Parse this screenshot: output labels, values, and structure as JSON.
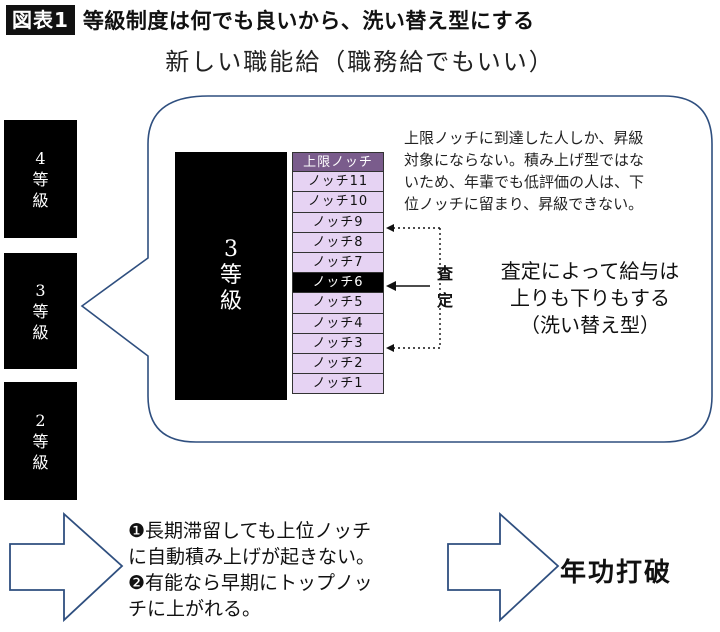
{
  "header": {
    "figure_label": "図表1",
    "title": "等級制度は何でも良いから、洗い替え型にする",
    "subtitle": "新しい職能給（職務給でもいい）"
  },
  "grades": [
    {
      "number": "4",
      "char1": "等",
      "char2": "級"
    },
    {
      "number": "3",
      "char1": "等",
      "char2": "級"
    },
    {
      "number": "2",
      "char1": "等",
      "char2": "級"
    }
  ],
  "detail": {
    "big_grade": {
      "number": "3",
      "char1": "等",
      "char2": "級"
    },
    "notches": [
      "上限ノッチ",
      "ノッチ11",
      "ノッチ10",
      "ノッチ9",
      "ノッチ8",
      "ノッチ7",
      "ノッチ6",
      "ノッチ5",
      "ノッチ4",
      "ノッチ3",
      "ノッチ2",
      "ノッチ1"
    ],
    "assessment": {
      "char1": "査",
      "char2": "定"
    },
    "note_lines": [
      "上限ノッチに到達した人しか、昇級",
      "対象にならない。積み上げ型ではな",
      "いため、年輩でも低評価の人は、下",
      "位ノッチに留まり、昇級できない。"
    ],
    "wash_lines": [
      "査定によって給与は",
      "上りも下りもする",
      "（洗い替え型）"
    ]
  },
  "bottom": {
    "lines": [
      "❶長期滞留しても上位ノッチ",
      "に自動積み上げが起きない。",
      "❷有能なら早期にトップノッ",
      "チに上がれる。"
    ],
    "result": "年功打破"
  },
  "colors": {
    "notch_fill": "#e6d3f3",
    "top_notch_fill": "#7a5c8c",
    "current_notch_fill": "#000000",
    "arrow_outline": "#2f4f7f"
  }
}
